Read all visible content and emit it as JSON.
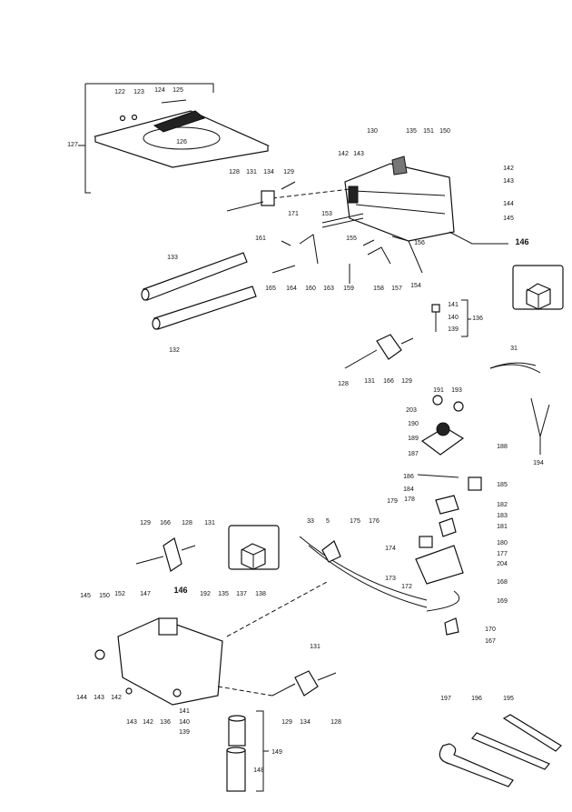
{
  "labels": {
    "l122": "122",
    "l123": "123",
    "l124": "124",
    "l125": "125",
    "l127": "127",
    "l126": "126",
    "l130": "130",
    "l135": "135",
    "l151": "151",
    "l150": "150",
    "l142": "142",
    "l143": "143",
    "r142": "142",
    "r143": "143",
    "r144": "144",
    "r145": "145",
    "r146": "146",
    "l128": "128",
    "l131": "131",
    "l134": "134",
    "l129": "129",
    "l171": "171",
    "l153": "153",
    "l161": "161",
    "l155": "155",
    "l156": "156",
    "l133": "133",
    "l165": "165",
    "l164": "164",
    "l160": "160",
    "l163": "163",
    "l159": "159",
    "l158": "158",
    "l157": "157",
    "l154": "154",
    "l141": "141",
    "l140": "140",
    "l139": "139",
    "l136": "136",
    "l132": "132",
    "l31": "31",
    "b128": "128",
    "b131": "131",
    "l166": "166",
    "b129": "129",
    "l191": "191",
    "l193": "193",
    "l203": "203",
    "l190": "190",
    "l189": "189",
    "l188": "188",
    "l187": "187",
    "l194": "194",
    "l186": "186",
    "l184": "184",
    "l185": "185",
    "l179": "179",
    "l178": "178",
    "l182": "182",
    "l183": "183",
    "l181": "181",
    "l180": "180",
    "l177": "177",
    "l204": "204",
    "l168": "168",
    "l169": "169",
    "l170": "170",
    "l167": "167",
    "l33": "33",
    "l5": "5",
    "l175": "175",
    "l176": "176",
    "l174": "174",
    "l173": "173",
    "l172": "172",
    "c129": "129",
    "c166": "166",
    "c128": "128",
    "c131": "131",
    "c146": "146",
    "c145": "145",
    "c150": "150",
    "c152": "152",
    "c147": "147",
    "c192": "192",
    "c135": "135",
    "c137": "137",
    "c138": "138",
    "c144": "144",
    "c143": "143",
    "c142": "142",
    "c131b": "131",
    "d143": "143",
    "d142": "142",
    "d136": "136",
    "d141": "141",
    "d140": "140",
    "d139": "139",
    "d129": "129",
    "d134": "134",
    "d128": "128",
    "l149": "149",
    "l148": "148",
    "l197": "197",
    "l196": "196",
    "l195": "195"
  }
}
